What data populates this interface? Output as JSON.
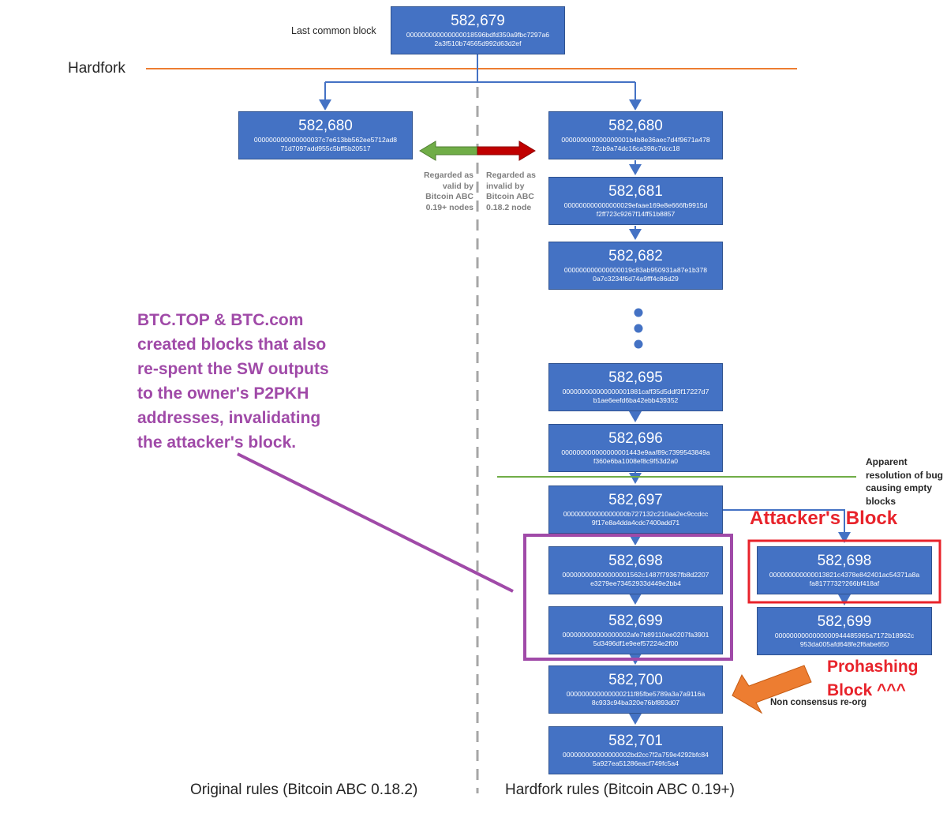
{
  "labels": {
    "last_common": "Last common block",
    "hardfork": "Hardfork",
    "valid_note": "Regarded as\nvalid by\nBitcoin ABC\n0.19+ nodes",
    "invalid_note": "Regarded as\ninvalid by\nBitcoin ABC\n0.18.2 node",
    "apparent": "Apparent\nresolution of bug\ncausing empty\nblocks",
    "purple_note": "BTC.TOP & BTC.com\ncreated blocks that also\nre-spent the SW outputs\nto the owner's P2PKH\naddresses, invalidating\nthe attacker's block.",
    "attacker": "Attacker's Block",
    "prohashing": "Prohashing\nBlock ^^^",
    "non_consensus": "Non consensus re-org",
    "original_rules": "Original rules (Bitcoin ABC 0.18.2)",
    "hardfork_rules": "Hardfork rules (Bitcoin ABC 0.19+)"
  },
  "blocks": {
    "b679": {
      "height": "582,679",
      "hash": "000000000000000018596bdfd350a9fbc7297a6\n2a3f510b74565d992d63d2ef"
    },
    "b680_orig": {
      "height": "582,680",
      "hash": "000000000000000037c7e613bb562ee5712ad8\n71d7097add955c5bff5b20517"
    },
    "b680": {
      "height": "582,680",
      "hash": "000000000000000001b4b8e36aec7d4f9671a478\n72cb9a74dc16ca398c7dcc18"
    },
    "b681": {
      "height": "582,681",
      "hash": "000000000000000029efaae169e8e666fb9915d\nf2ff723c9267f14ff51b8857"
    },
    "b682": {
      "height": "582,682",
      "hash": "000000000000000019c83ab950931a87e1b378\n0a7c3234f6d74a9fff4c86d29"
    },
    "b695": {
      "height": "582,695",
      "hash": "000000000000000001881caff35d5ddf3f17227d7\nb1ae6eefd6ba42ebb439352"
    },
    "b696": {
      "height": "582,696",
      "hash": "000000000000000001443e9aaf89c7399543849a\nf360e6ba1008ef8c9f53d2a0"
    },
    "b697": {
      "height": "582,697",
      "hash": "00000000000000000b727132c210aa2ec9ccdcc\n9f17e8a4dda4cdc7400add71"
    },
    "b698": {
      "height": "582,698",
      "hash": "000000000000000001562c1487f79367fb8d2207\ne3279ee73452933d449e2bb4"
    },
    "b699": {
      "height": "582,699",
      "hash": "000000000000000002afe7b89110ee0207fa3901\n5d3496df1e9eef57224e2f00"
    },
    "b698_att": {
      "height": "582,698",
      "hash": "000000000000013821c4378e842401ac54371a8a\nfa8177732?266bf418af"
    },
    "b699_pro": {
      "height": "582,699",
      "hash": "0000000000000000944485965a7172b18962c\n953da005afd648fe2f6abe650"
    },
    "b700": {
      "height": "582,700",
      "hash": "000000000000000211f85fbe5789a3a7a9116a\n8c933c94ba320e76bf893d07"
    },
    "b701": {
      "height": "582,701",
      "hash": "000000000000000002bd2cc7f2a759e4292bfc84\n5a927ea51286eacf749fc5a4"
    }
  },
  "colors": {
    "block_fill": "#4472c4",
    "hardfork_line": "#ed7d31",
    "green_line": "#70ad47",
    "purple": "#a04aa8",
    "red": "#e8232b",
    "orange_arrow": "#ed7d31"
  }
}
